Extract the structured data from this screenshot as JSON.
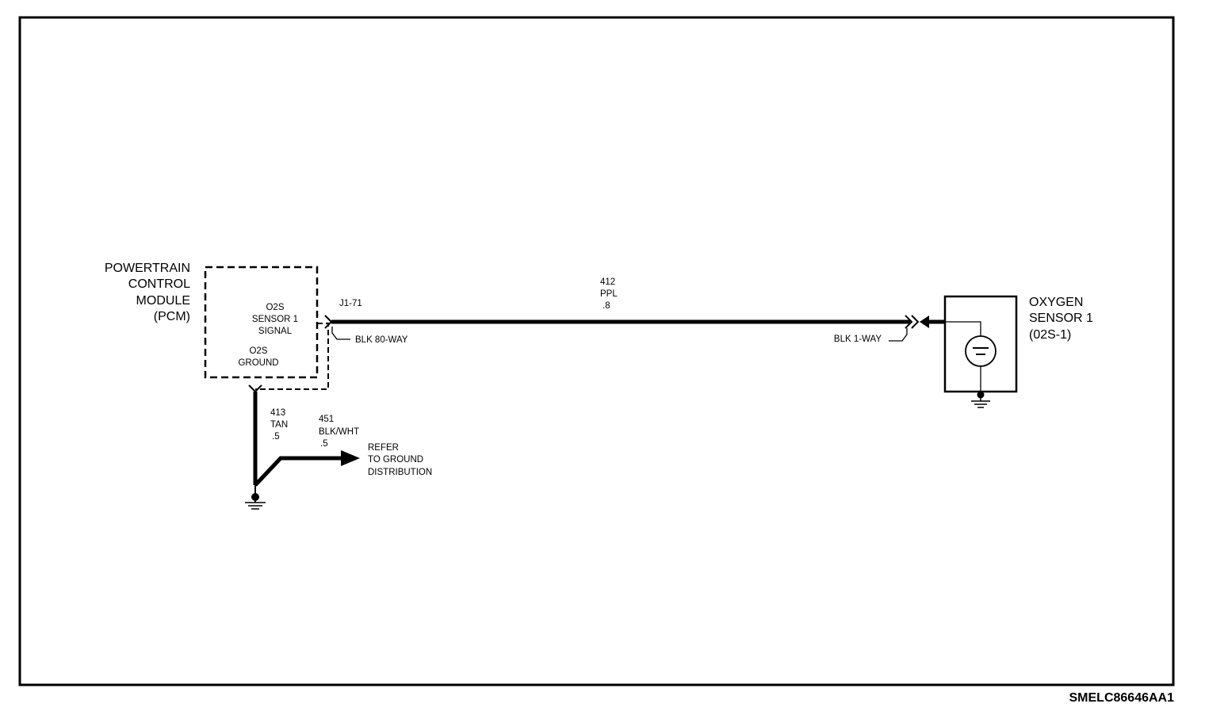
{
  "pcm": {
    "name_lines": [
      "POWERTRAIN",
      "CONTROL",
      "MODULE",
      "(PCM)"
    ],
    "signal_lines": [
      "O2S",
      "SENSOR 1",
      "SIGNAL"
    ],
    "ground_lines": [
      "O2S",
      "GROUND"
    ]
  },
  "connectors": {
    "pcm_pin": "J1-71",
    "pcm_connector": "BLK 80-WAY",
    "sensor_connector": "BLK 1-WAY"
  },
  "wires": {
    "signal": [
      "412",
      "PPL",
      ".8"
    ],
    "pcm_ground": [
      "413",
      "TAN",
      ".5"
    ],
    "ground_dist": [
      "451",
      "BLK/WHT",
      ".5"
    ]
  },
  "ground_reference": [
    "REFER",
    "TO GROUND",
    "DISTRIBUTION"
  ],
  "sensor": {
    "name_lines": [
      "OXYGEN",
      "SENSOR 1",
      "(02S-1)"
    ]
  },
  "diagram_code": "SMELC86646AA1"
}
